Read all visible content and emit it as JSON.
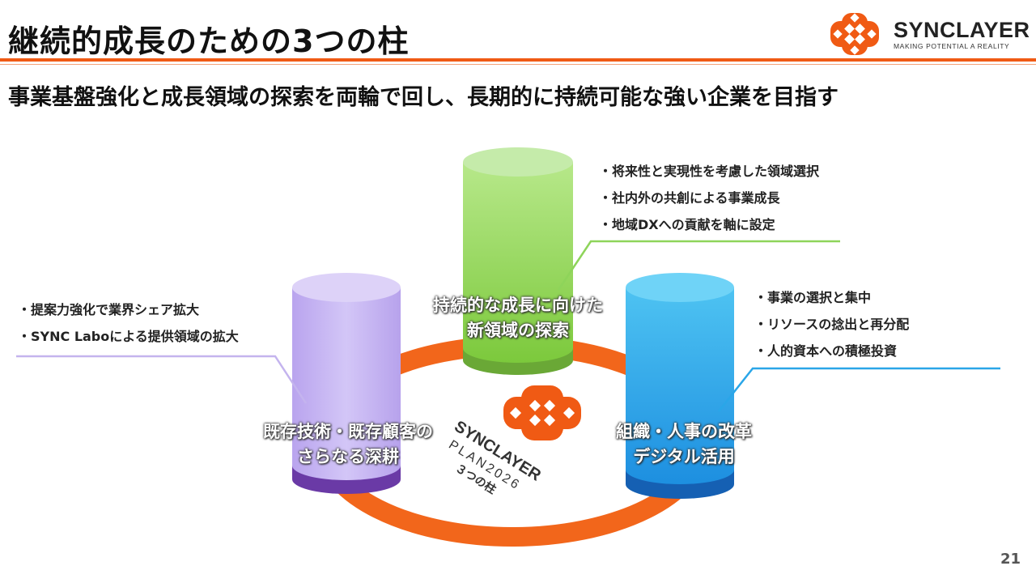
{
  "header": {
    "title": "継続的成長のための3つの柱",
    "brand_name": "SYNCLAYER",
    "brand_tagline": "MAKING POTENTIAL A REALITY"
  },
  "subtitle": "事業基盤強化と成長領域の探索を両輪で回し、長期的に持続可能な強い企業を目指す",
  "center_emblem": {
    "line1": "SYNCLAYER",
    "line2": "PLAN2026",
    "line3": "３つの柱"
  },
  "pillars": [
    {
      "label_line1": "既存技術・既存顧客の",
      "label_line2": "さらなる深耕",
      "bullets": [
        "・提案力強化で業界シェア拡大",
        "・SYNC Laboによる提供領域の拡大"
      ]
    },
    {
      "label_line1": "持続的な成長に向けた",
      "label_line2": "新領域の探索",
      "bullets": [
        "・将来性と実現性を考慮した領域選択",
        "・社内外の共創による事業成長",
        "・地域DXへの貢献を軸に設定"
      ]
    },
    {
      "label_line1": "組織・人事の改革",
      "label_line2": "デジタル活用",
      "bullets": [
        "・事業の選択と集中",
        "・リソースの捻出と再分配",
        "・人的資本への積極投資"
      ]
    }
  ],
  "colors": {
    "accent": "#f05a14",
    "pillar_purple": "#c7b5f3",
    "pillar_green": "#8cd44c",
    "pillar_blue": "#2aa6e8"
  },
  "page_number": "21"
}
